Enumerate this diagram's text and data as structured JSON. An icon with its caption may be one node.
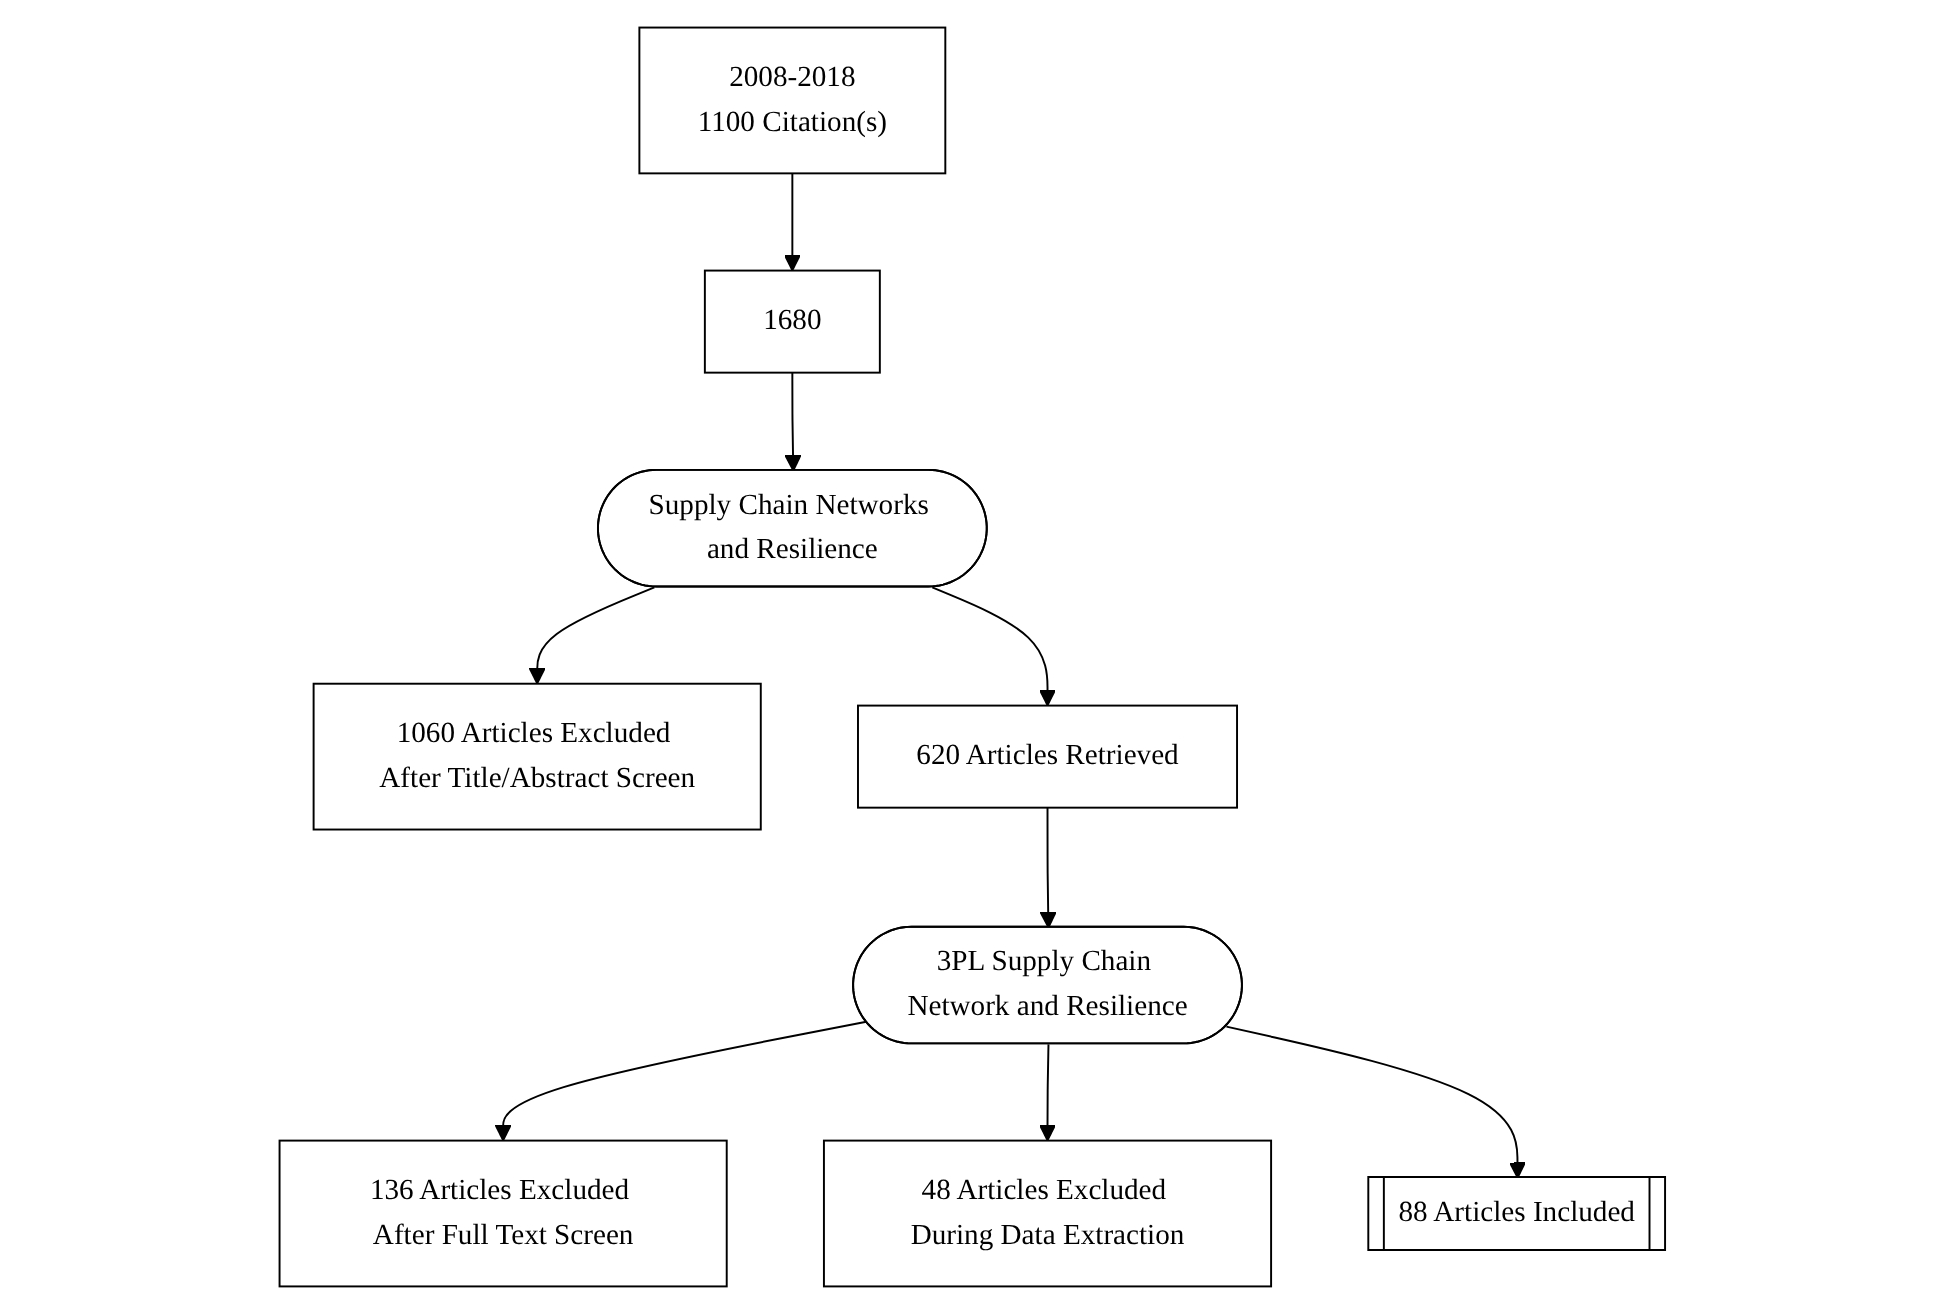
{
  "diagram": {
    "nodes": [
      {
        "text": [
          "2008-2018",
          "1100 Citation(s)"
        ]
      },
      {
        "text": [
          "1680"
        ]
      },
      {
        "text": [
          "Supply Chain Networks and Resilience"
        ]
      },
      {
        "text": [
          "1060 Articles Excluded After Title/Abstract Screen"
        ]
      },
      {
        "text": [
          "620 Articles Retrieved"
        ]
      },
      {
        "text": [
          "3PL Supply Chain Network and Resilience"
        ]
      },
      {
        "text": [
          "136 Articles Excluded After Full Text Screen"
        ]
      },
      {
        "text": [
          "48 Articles Excluded During Data Extraction"
        ]
      },
      {
        "text": [
          "88 Articles Included"
        ]
      }
    ],
    "edges": [
      {
        "from": 0,
        "to": 1,
        "arrow": "to"
      },
      {
        "from": 1,
        "to": 2,
        "arrow": "to"
      },
      {
        "from": 2,
        "to": 3,
        "arrow": "to"
      },
      {
        "from": 2,
        "to": 4,
        "arrow": "to"
      },
      {
        "from": 4,
        "to": 5,
        "arrow": "to"
      },
      {
        "from": 5,
        "to": 6,
        "arrow": "to"
      },
      {
        "from": 5,
        "to": 7,
        "arrow": "to"
      },
      {
        "from": 5,
        "to": 8,
        "arrow": "to"
      }
    ]
  }
}
